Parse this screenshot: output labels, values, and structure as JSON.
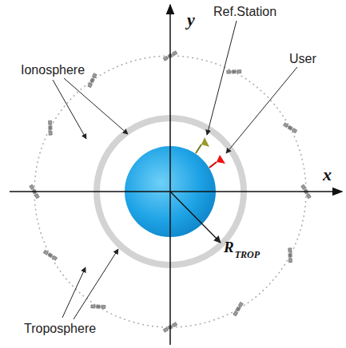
{
  "diagram": {
    "labels": [
      "y",
      "Ref.Station",
      "Ionosphere",
      "User",
      "x",
      "R",
      "TROP",
      "Troposphere"
    ]
  }
}
